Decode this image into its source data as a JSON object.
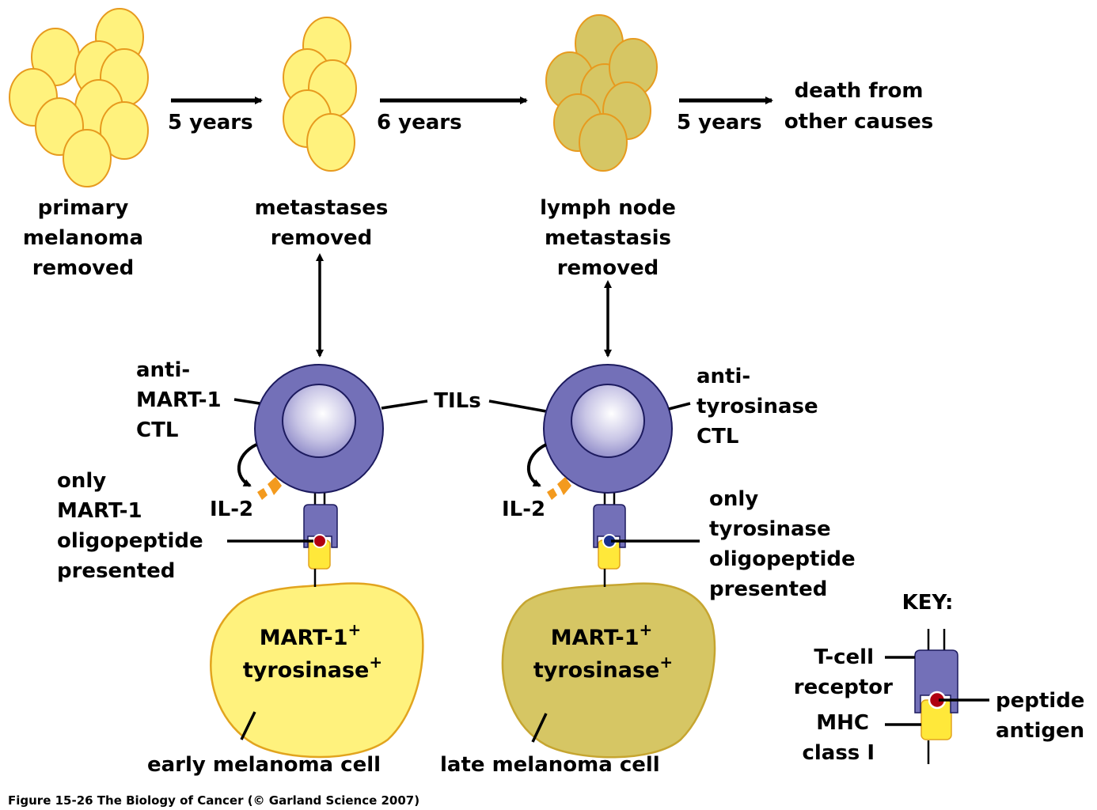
{
  "figure": {
    "caption": "Figure 15-26  The Biology of Cancer (© Garland Science 2007)"
  },
  "timeline": {
    "stages": [
      {
        "lines": [
          "primary",
          "melanoma",
          "removed"
        ],
        "cluster_color": "#fff27d"
      },
      {
        "lines": [
          "metastases",
          "removed"
        ],
        "cluster_color": "#fff27d"
      },
      {
        "lines": [
          "lymph node",
          "metastasis",
          "removed"
        ],
        "cluster_color": "#d6c664"
      }
    ],
    "intervals": [
      "5 years",
      "6 years",
      "5 years"
    ],
    "outcome": [
      "death from",
      "other causes"
    ]
  },
  "tils_label": "TILs",
  "cells": [
    {
      "ctl_label": [
        "anti-",
        "MART-1",
        "CTL"
      ],
      "il2_label": "IL-2",
      "presented_label": [
        "only",
        "MART-1",
        "oligopeptide",
        "presented"
      ],
      "antigens": [
        "MART-1",
        "tyrosinase"
      ],
      "antigen_sign": "+",
      "cell_label": "early melanoma cell",
      "peptide_color": "#b00010",
      "cell_color": "#fff27d"
    },
    {
      "ctl_label": [
        "anti-",
        "tyrosinase",
        "CTL"
      ],
      "il2_label": "IL-2",
      "presented_label": [
        "only",
        "tyrosinase",
        "oligopeptide",
        "presented"
      ],
      "antigens": [
        "MART-1",
        "tyrosinase"
      ],
      "antigen_sign": "+",
      "cell_label": "late melanoma cell",
      "peptide_color": "#1a2f8c",
      "cell_color": "#d6c664"
    }
  ],
  "key": {
    "title": "KEY:",
    "tcr_label": [
      "T-cell",
      "receptor"
    ],
    "mhc_label": [
      "MHC",
      "class I"
    ],
    "peptide_label": [
      "peptide",
      "antigen"
    ]
  },
  "colors": {
    "ctl_body": "#7370b8",
    "ctl_outline": "#1c1a5e",
    "cluster_outline": "#e79a1e",
    "il2": "#f39a1e",
    "mhc": "#ffe83a"
  }
}
